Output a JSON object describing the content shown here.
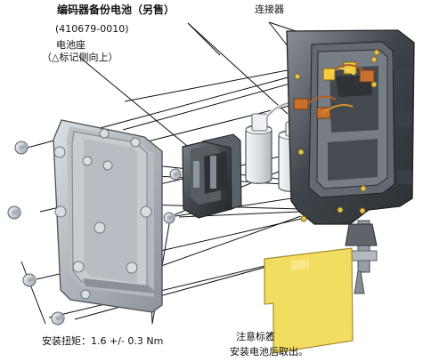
{
  "labels": {
    "battery_spare_title": "编码器备份电池（另售）",
    "battery_part_no": "(410679-0010)",
    "battery_holder_title": "电池座",
    "battery_holder_note": "（△标记侧向上）",
    "connector": "连接器",
    "torque": "安装扭矩：1.6 +/- 0.3 Nm",
    "warning_label": "注意标签",
    "warning_note": "安装电池后取出。"
  },
  "colors": {
    "line": "#111111",
    "plate": "#9ea4ab",
    "plate_dark": "#6f757c",
    "plate_light": "#d8dde2",
    "housing_dark": "#3e4349",
    "housing_mid": "#6b7076",
    "housing_light": "#c6cbd0",
    "battery": "#d9dde1",
    "battery_cap": "#bfc5ca",
    "orange": "#c8712f",
    "yellow": "#e7c33f",
    "label_yellow": "#f4df63",
    "screw": "#d5dadf"
  }
}
